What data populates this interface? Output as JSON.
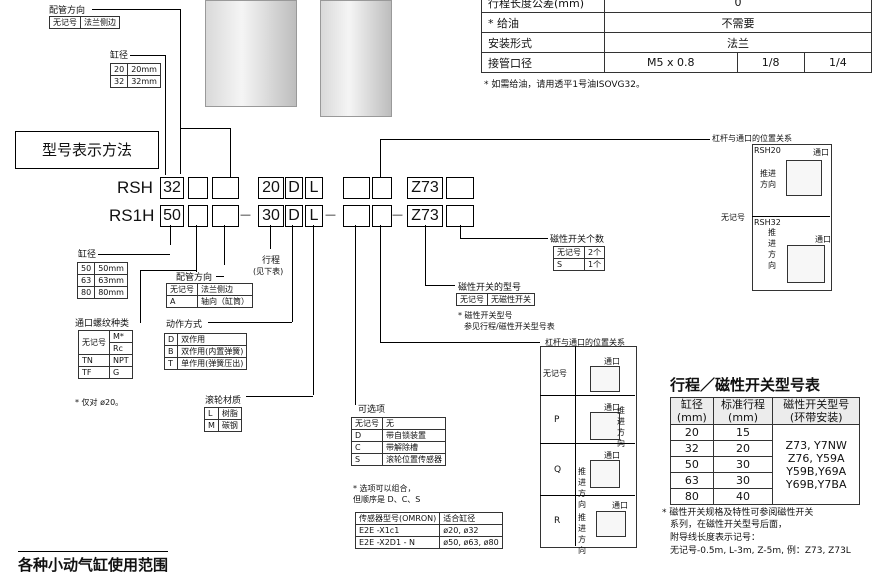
{
  "mount": {
    "title": "配管方向",
    "rows": [
      [
        "无记号",
        "法兰侧边"
      ]
    ]
  },
  "bore_top": {
    "title": "缸径",
    "rows": [
      [
        "20",
        "20mm"
      ],
      [
        "32",
        "32mm"
      ]
    ]
  },
  "section_title": "型号表示方法",
  "model1": {
    "prefix": "RSH",
    "bore": "32",
    "stroke": "20",
    "d": "D",
    "l": "L",
    "z": "Z73"
  },
  "model2": {
    "prefix": "RS1H",
    "bore": "50",
    "dash1": "—",
    "stroke": "30",
    "d": "D",
    "l": "L",
    "dash2": "—",
    "dash3": "—",
    "z": "Z73"
  },
  "bore_bottom": {
    "title": "缸径",
    "rows": [
      [
        "50",
        "50mm"
      ],
      [
        "63",
        "63mm"
      ],
      [
        "80",
        "80mm"
      ]
    ]
  },
  "thread": {
    "title": "通口螺纹种类",
    "rows": [
      [
        "无记号",
        "M*"
      ],
      [
        "",
        "Rc"
      ],
      [
        "TN",
        "NPT"
      ],
      [
        "TF",
        "G"
      ]
    ],
    "note": "* 仅对 ø20。"
  },
  "port_dir": {
    "title": "配管方向",
    "rows": [
      [
        "无记号",
        "法兰侧边"
      ],
      [
        "A",
        "轴向（缸筒）"
      ]
    ]
  },
  "stroke_label": "行程",
  "stroke_note": "(见下表)",
  "action": {
    "title": "动作方式",
    "rows": [
      [
        "D",
        "双作用"
      ],
      [
        "B",
        "双作用(内置弹簧)"
      ],
      [
        "T",
        "单作用(弹簧压出)"
      ]
    ]
  },
  "roller": {
    "title": "滚轮材质",
    "rows": [
      [
        "L",
        "树脂"
      ],
      [
        "M",
        "碳钢"
      ]
    ]
  },
  "options": {
    "title": "可选项",
    "rows": [
      [
        "无记号",
        "无"
      ],
      [
        "D",
        "带自锁装置"
      ],
      [
        "C",
        "带解除槽"
      ],
      [
        "S",
        "滚轮位置传感器"
      ]
    ],
    "note1": "* 选项可以组合，",
    "note2": "但顺序是 D、C、S"
  },
  "sensor": {
    "head": [
      "传感器型号(OMRON)",
      "适合缸径"
    ],
    "rows": [
      [
        "E2E -X1c1",
        "ø20, ø32"
      ],
      [
        "E2E -X2D1 - N",
        "ø50, ø63, ø80"
      ]
    ]
  },
  "switch_type": {
    "title": "磁性开关的型号",
    "rows": [
      [
        "无记号",
        "无磁性开关"
      ]
    ],
    "note1": "* 磁性开关型号",
    "note2": "参见行程/磁性开关型号表"
  },
  "switch_qty": {
    "title": "磁性开关个数",
    "rows": [
      [
        "无记号",
        "2个"
      ],
      [
        "S",
        "1个"
      ]
    ]
  },
  "lever_top": {
    "title": "杠杆与通口的位置关系",
    "nomark": "无记号",
    "rsh20": "RSH20",
    "rsh32": "RSH32",
    "port": "通口",
    "dir": "推进方向"
  },
  "lever_mid": {
    "title": "杠杆与通口的位置关系",
    "labels": [
      "无记号",
      "P",
      "Q",
      "R"
    ],
    "port": "通口",
    "dir": "推进方向"
  },
  "spec": {
    "rows": [
      [
        "行程长度公差(mm)",
        "0"
      ],
      [
        "* 给油",
        "不需要"
      ],
      [
        "安装形式",
        "法兰"
      ]
    ],
    "port_label": "接管口径",
    "ports": [
      "M5 x 0.8",
      "1/8",
      "1/4"
    ],
    "note": "* 如需给油，请用透平1号油ISOVG32。"
  },
  "stroke_table": {
    "title": "行程／磁性开关型号表",
    "head": [
      "缸径\n(mm)",
      "标准行程\n(mm)",
      "磁性开关型号\n(环带安装)"
    ],
    "rows": [
      [
        "20",
        "15"
      ],
      [
        "32",
        "20"
      ],
      [
        "50",
        "30"
      ],
      [
        "63",
        "30"
      ],
      [
        "80",
        "40"
      ]
    ],
    "switches": [
      "Z73, Y7NW",
      "Z76, Y59A",
      "Y59B,Y69A",
      "Y69B,Y7BA"
    ],
    "notes": [
      "* 磁性开关规格及特性可参阅磁性开关",
      "系列，在磁性开关型号后面，",
      "附导线长度表示记号：",
      "无记号-0.5m, L-3m, Z-5m, 例：Z73, Z73L"
    ]
  },
  "bottom_title": "各种小动气缸使用范围"
}
